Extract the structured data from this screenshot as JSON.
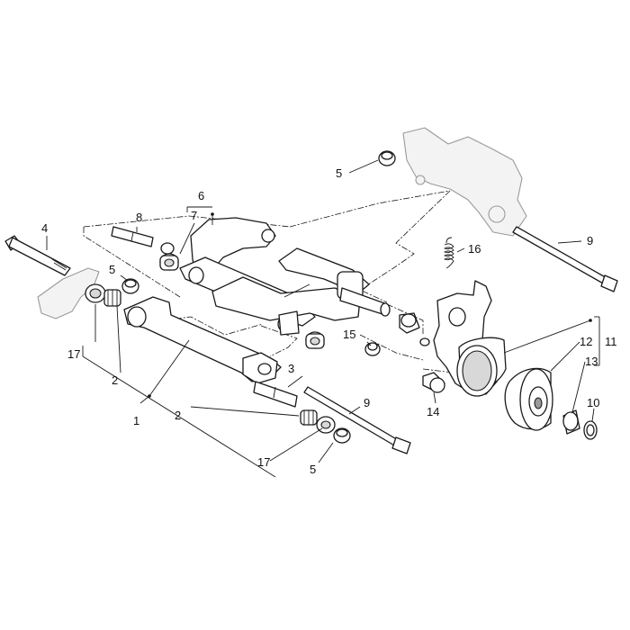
{
  "callouts": {
    "c1": "1",
    "c2a": "2",
    "c2b": "2",
    "c3": "3",
    "c4": "4",
    "c5a": "5",
    "c5b": "5",
    "c5c": "5",
    "c6": "6",
    "c7": "7",
    "c8": "8",
    "c9a": "9",
    "c9b": "9",
    "c10": "10",
    "c11": "11",
    "c12": "12",
    "c13": "13",
    "c14": "14",
    "c15": "15",
    "c16": "16",
    "c17a": "17",
    "c17b": "17"
  },
  "colors": {
    "line": "#1a1a1a",
    "ghost_part": "#9a9a9a",
    "background": "#ffffff"
  }
}
